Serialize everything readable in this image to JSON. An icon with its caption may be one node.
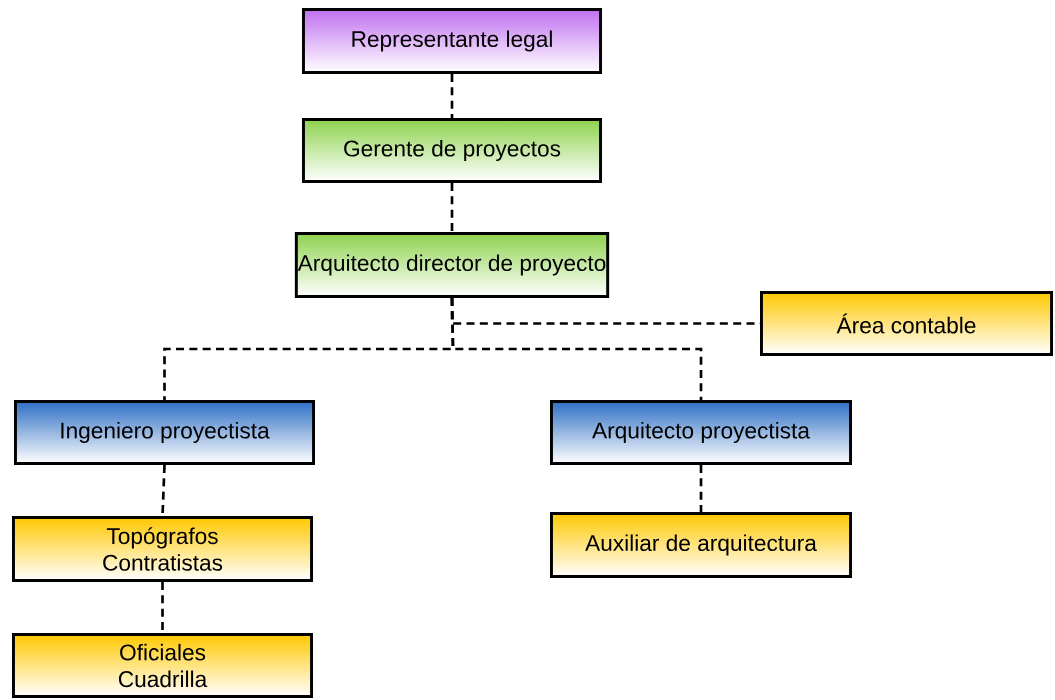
{
  "diagram": {
    "nodes": [
      {
        "text": [
          "Representante legal"
        ]
      },
      {
        "text": [
          "Gerente de proyectos"
        ]
      },
      {
        "text": [
          "Arquitecto director de proyecto"
        ]
      },
      {
        "text": [
          "Área contable"
        ]
      },
      {
        "text": [
          "Ingeniero proyectista"
        ]
      },
      {
        "text": [
          "Arquitecto proyectista"
        ]
      },
      {
        "text": [
          "Topógrafos",
          "Contratistas"
        ]
      },
      {
        "text": [
          "Auxiliar de arquitectura"
        ]
      },
      {
        "text": [
          "Oficiales",
          "Cuadrilla"
        ]
      }
    ],
    "edges": [
      {
        "from": 0,
        "to": 1,
        "arrow": "none",
        "style": "dashed"
      },
      {
        "from": 1,
        "to": 2,
        "arrow": "none",
        "style": "dashed"
      },
      {
        "from": 2,
        "to": 3,
        "arrow": "none",
        "style": "dashed"
      },
      {
        "from": 2,
        "to": 4,
        "arrow": "none",
        "style": "dashed"
      },
      {
        "from": 2,
        "to": 5,
        "arrow": "none",
        "style": "dashed"
      },
      {
        "from": 4,
        "to": 6,
        "arrow": "none",
        "style": "dashed"
      },
      {
        "from": 6,
        "to": 8,
        "arrow": "none",
        "style": "dashed"
      },
      {
        "from": 5,
        "to": 7,
        "arrow": "none",
        "style": "dashed"
      }
    ]
  }
}
